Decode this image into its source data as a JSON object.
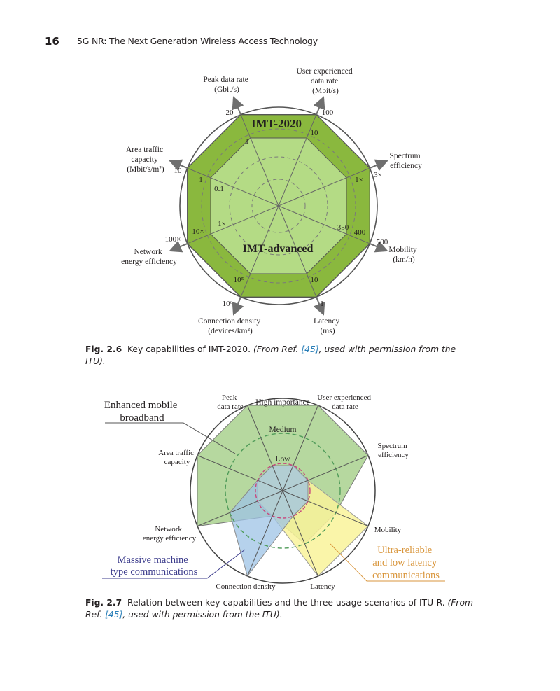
{
  "header": {
    "page_number": "16",
    "running_title": "5G NR: The Next Generation Wireless Access Technology"
  },
  "figure1": {
    "caption": {
      "label": "Fig. 2.6",
      "text": "Key capabilities of IMT-2020.",
      "source_pre": "(From Ref.",
      "ref": "[45]",
      "source_post": ", used with permission from the ITU)."
    },
    "title_outer": "IMT-2020",
    "title_inner": "IMT-advanced",
    "axes": [
      {
        "label": [
          "Peak data rate",
          "(Gbit/s)"
        ],
        "outer": "20",
        "inner": "1"
      },
      {
        "label": [
          "User experienced",
          "data rate",
          "(Mbit/s)"
        ],
        "outer": "100",
        "inner": "10"
      },
      {
        "label": [
          "Spectrum",
          "efficiency"
        ],
        "outer": "3×",
        "inner": "1×"
      },
      {
        "label": [
          "Mobility",
          "(km/h)"
        ],
        "outer": "500",
        "inner": "400",
        "inner2": "350"
      },
      {
        "label": [
          "Latency",
          "(ms)"
        ],
        "outer": "1",
        "inner": "10"
      },
      {
        "label": [
          "Connection density",
          "(devices/km²)"
        ],
        "outer": "10⁶",
        "inner": "10⁵"
      },
      {
        "label": [
          "Network",
          "energy efficiency"
        ],
        "outer": "100×",
        "inner": "10×",
        "inner2": "1×"
      },
      {
        "label": [
          "Area traffic",
          "capacity",
          "(Mbit/s/m²)"
        ],
        "outer": "10",
        "inner": "1",
        "inner2": "0.1"
      }
    ],
    "colors": {
      "imt2020": "#8ab83e",
      "imt_advanced": "#b4db85",
      "circle_line": "#555555"
    }
  },
  "figure2": {
    "caption": {
      "label": "Fig. 2.7",
      "text": "Relation between key capabilities and the three usage scenarios of ITU-R.",
      "source_pre": "(From Ref.",
      "ref": "[45]",
      "source_post": ", used with permission from the ITU)."
    },
    "levels": {
      "high": "High importance",
      "medium": "Medium",
      "low": "Low"
    },
    "axes": [
      [
        "Peak",
        "data rate"
      ],
      [
        "User experienced",
        "data rate"
      ],
      [
        "Spectrum",
        "efficiency"
      ],
      [
        "Mobility"
      ],
      [
        "Latency"
      ],
      [
        "Connection density"
      ],
      [
        "Network",
        "energy efficiency"
      ],
      [
        "Area traffic",
        "capacity"
      ]
    ],
    "scenarios": {
      "embb": [
        "Enhanced mobile",
        "broadband"
      ],
      "urllc": [
        "Ultra-reliable",
        "and low latency",
        "communications"
      ],
      "mmtc": [
        "Massive machine",
        "type communications"
      ]
    },
    "scenario_levels": {
      "embb": [
        3,
        3,
        3,
        2,
        2,
        1,
        3,
        3
      ],
      "urllc": [
        1,
        1,
        1,
        3,
        3,
        1,
        1,
        1
      ],
      "mmtc": [
        1,
        1,
        1,
        1,
        1,
        3,
        2,
        1
      ]
    },
    "colors": {
      "embb": "#a9d18e",
      "urllc": "#f9f39a",
      "mmtc": "#9dc3e6",
      "urllc_text": "#d9963c",
      "mmtc_text": "#3c3c8c"
    }
  }
}
